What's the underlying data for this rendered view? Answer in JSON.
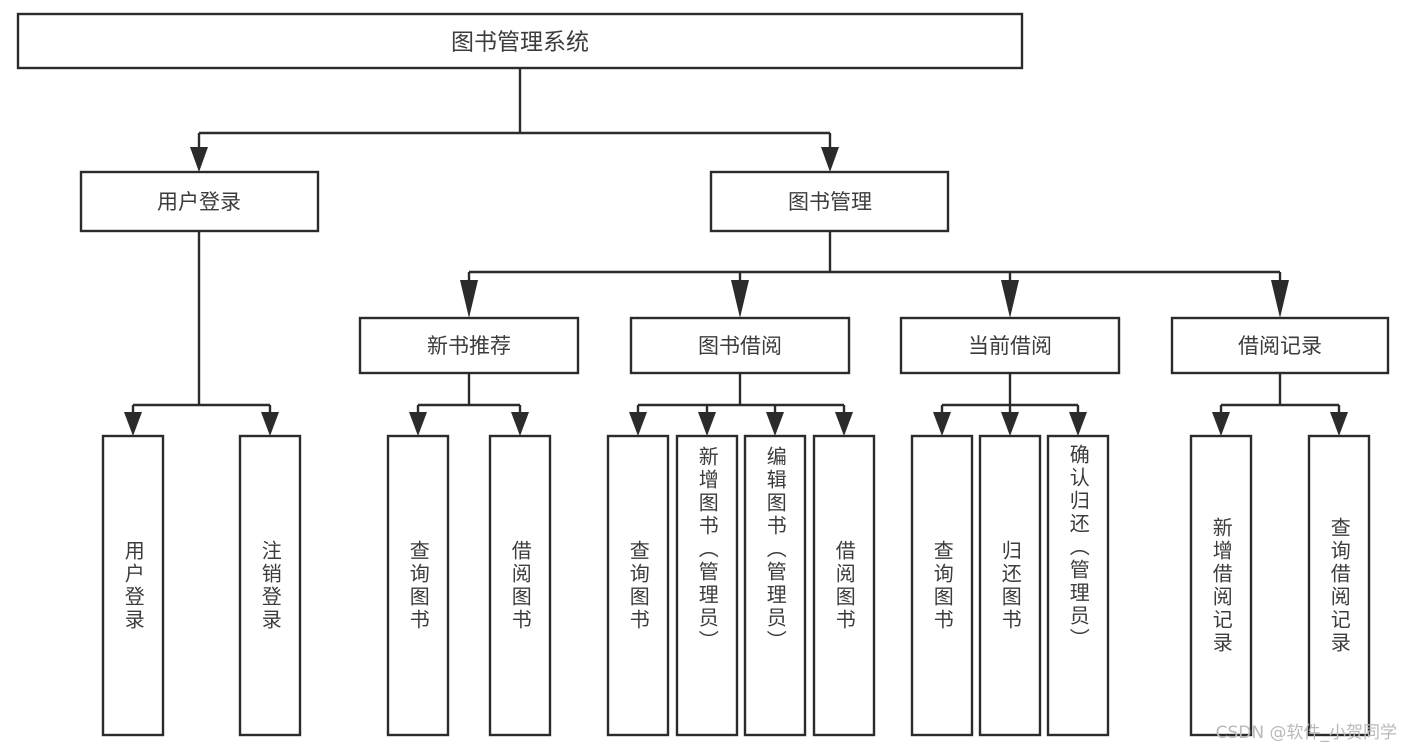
{
  "diagram": {
    "type": "tree",
    "title": "图书管理系统",
    "watermark": "CSDN @软件_小贺同学",
    "colors": {
      "background": "#ffffff",
      "box_stroke": "#2b2b2b",
      "box_fill": "#ffffff",
      "text": "#3c3c3c",
      "connector": "#2b2b2b",
      "watermark": "#b9b9b9"
    },
    "root": {
      "label": "图书管理系统"
    },
    "level2": [
      {
        "label": "用户登录"
      },
      {
        "label": "图书管理"
      }
    ],
    "level3": [
      {
        "label": "新书推荐"
      },
      {
        "label": "图书借阅"
      },
      {
        "label": "当前借阅"
      },
      {
        "label": "借阅记录"
      }
    ],
    "leaves": {
      "user_login": [
        {
          "label": "用户登录"
        },
        {
          "label": "注销登录"
        }
      ],
      "new_book_recommend": [
        {
          "label": "查询图书"
        },
        {
          "label": "借阅图书"
        }
      ],
      "book_borrow": [
        {
          "label": "查询图书"
        },
        {
          "label": "新增图书（管理员）"
        },
        {
          "label": "编辑图书（管理员）"
        },
        {
          "label": "借阅图书"
        }
      ],
      "current_borrow": [
        {
          "label": "查询图书"
        },
        {
          "label": "归还图书"
        },
        {
          "label": "确认归还（管理员）"
        }
      ],
      "borrow_record": [
        {
          "label": "新增借阅记录"
        },
        {
          "label": "查询借阅记录"
        }
      ]
    }
  }
}
